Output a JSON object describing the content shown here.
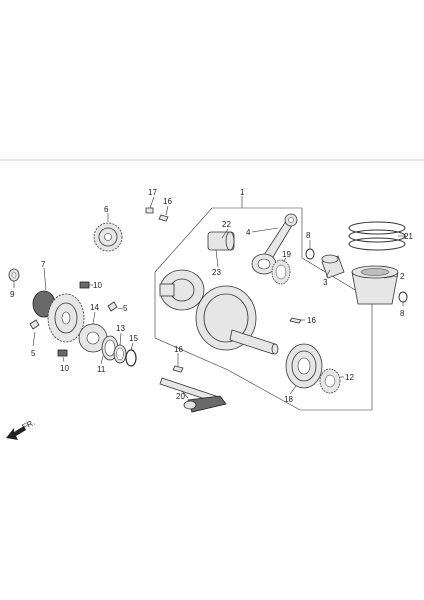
{
  "callouts": [
    {
      "id": "1",
      "text": "1"
    },
    {
      "id": "2",
      "text": "2"
    },
    {
      "id": "3",
      "text": "3"
    },
    {
      "id": "4",
      "text": "4"
    },
    {
      "id": "5a",
      "text": "5"
    },
    {
      "id": "5b",
      "text": "5"
    },
    {
      "id": "6",
      "text": "6"
    },
    {
      "id": "7",
      "text": "7"
    },
    {
      "id": "8a",
      "text": "8"
    },
    {
      "id": "8b",
      "text": "8"
    },
    {
      "id": "9",
      "text": "9"
    },
    {
      "id": "10a",
      "text": "10"
    },
    {
      "id": "10b",
      "text": "10"
    },
    {
      "id": "11",
      "text": "11"
    },
    {
      "id": "12",
      "text": "12"
    },
    {
      "id": "13",
      "text": "13"
    },
    {
      "id": "14",
      "text": "14"
    },
    {
      "id": "15",
      "text": "15"
    },
    {
      "id": "16a",
      "text": "16"
    },
    {
      "id": "16b",
      "text": "16"
    },
    {
      "id": "16c",
      "text": "16"
    },
    {
      "id": "17",
      "text": "17"
    },
    {
      "id": "18",
      "text": "18"
    },
    {
      "id": "19",
      "text": "19"
    },
    {
      "id": "20",
      "text": "20"
    },
    {
      "id": "21",
      "text": "21"
    },
    {
      "id": "22",
      "text": "22"
    },
    {
      "id": "23",
      "text": "23"
    }
  ],
  "direction_label": "FR."
}
